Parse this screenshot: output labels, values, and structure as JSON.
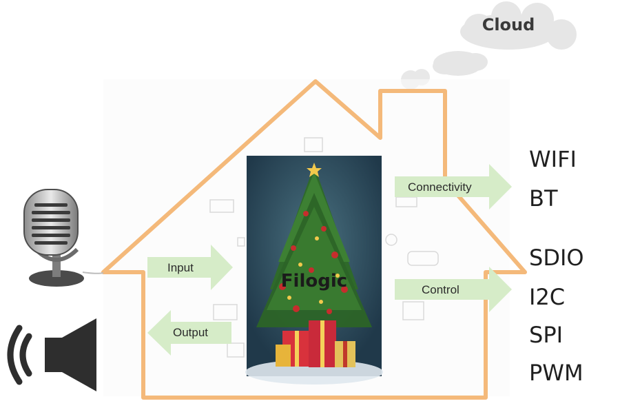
{
  "cloud": {
    "label": "Cloud"
  },
  "chip": {
    "label": "Filogic"
  },
  "arrows": {
    "connectivity": "Connectivity",
    "control": "Control",
    "input": "Input",
    "output": "Output"
  },
  "protocols": {
    "connectivity": [
      "WIFI",
      "BT"
    ],
    "control": [
      "SDIO",
      "I2C",
      "SPI",
      "PWM"
    ]
  },
  "colors": {
    "house_outline": "#f4b97a",
    "arrow_fill": "#d6ecc8",
    "cloud_fill": "#e6e6e6",
    "speaker": "#2e2e2e"
  },
  "icons": [
    "microphone-icon",
    "speaker-icon",
    "christmas-tree-image"
  ]
}
